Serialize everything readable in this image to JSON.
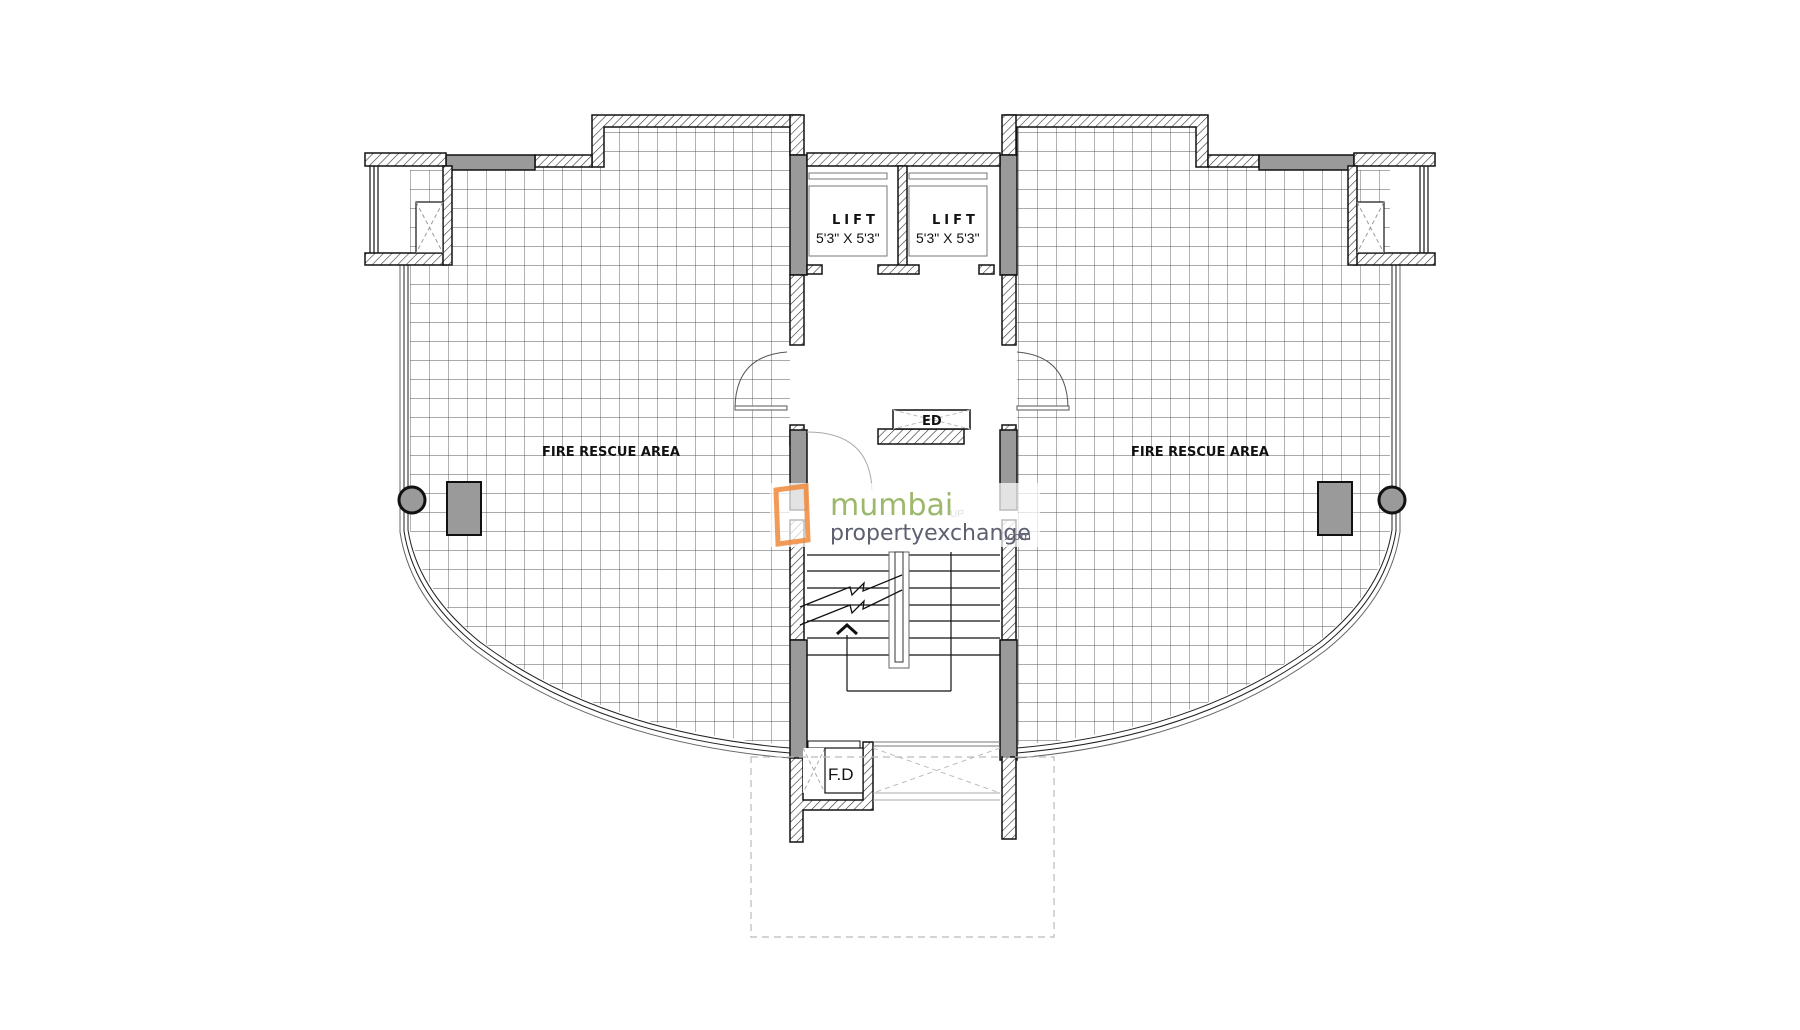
{
  "plan": {
    "left_area_label": "FIRE RESCUE AREA",
    "right_area_label": "FIRE RESCUE AREA",
    "lifts": [
      {
        "label": "LIFT",
        "dimensions": "5'3\" X 5'3\""
      },
      {
        "label": "LIFT",
        "dimensions": "5'3\" X 5'3\""
      }
    ],
    "ed_label": "ED",
    "fd_label": "F.D",
    "stair_label": "UP"
  },
  "watermark": {
    "line1": "mumbai",
    "line2": "propertyexchange",
    "suffix": ".com",
    "colors": {
      "mumbai": "#9cb86a",
      "property": "#5c6070",
      "logo": "#f08a3c"
    }
  },
  "colors": {
    "wall_fill_gray": "#9a9a9a",
    "grid": "#555555",
    "line": "#111111"
  }
}
